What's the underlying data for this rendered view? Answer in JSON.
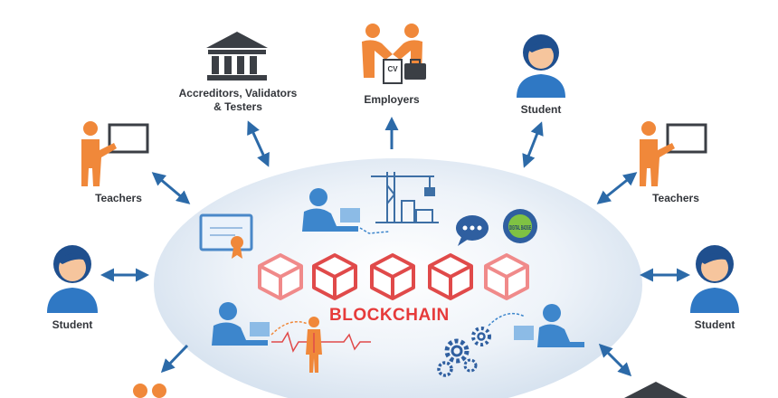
{
  "center": {
    "title": "BLOCKCHAIN"
  },
  "nodes": {
    "accreditors": {
      "label": "Accreditors, Validators\n& Testers"
    },
    "employers": {
      "label": "Employers"
    },
    "student_top": {
      "label": "Student"
    },
    "teachers_left": {
      "label": "Teachers"
    },
    "teachers_right": {
      "label": "Teachers"
    },
    "student_left": {
      "label": "Student"
    },
    "student_right": {
      "label": "Student"
    }
  },
  "badges": {
    "cv": "CV",
    "digital_badge": "DIGITAL BADGE"
  },
  "colors": {
    "arrow": "#2c6aa8",
    "orange": "#f0883a",
    "blue": "#2f78c4",
    "ellipse": "#e7eff8",
    "cube": "#e04a4a",
    "dark": "#3b3f45"
  }
}
